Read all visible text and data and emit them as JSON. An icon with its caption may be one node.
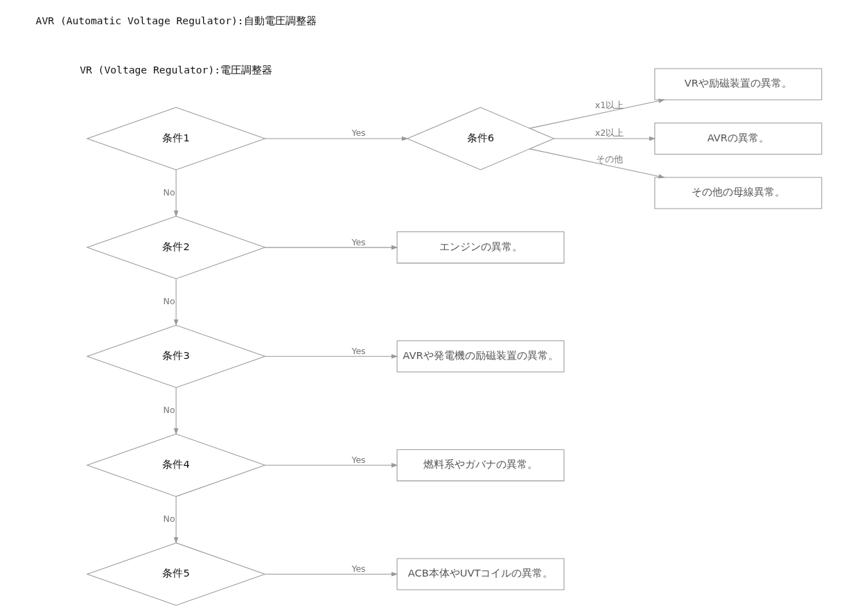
{
  "diagram": {
    "nodes": [
      {
        "text": [
          "条件1"
        ]
      },
      {
        "text": [
          "条件6"
        ]
      },
      {
        "text": [
          "VRや励磁装置の異常。"
        ]
      },
      {
        "text": [
          "AVRの異常。"
        ]
      },
      {
        "text": [
          "その他の母線異常。"
        ]
      },
      {
        "text": [
          "条件2"
        ]
      },
      {
        "text": [
          "エンジンの異常。"
        ]
      },
      {
        "text": [
          "条件3"
        ]
      },
      {
        "text": [
          "AVRや発電機の励磁装置の異常。"
        ]
      },
      {
        "text": [
          "条件4"
        ]
      },
      {
        "text": [
          "燃料系やガバナの異常。"
        ]
      },
      {
        "text": [
          "条件5"
        ]
      },
      {
        "text": [
          "ACB本体やUVTコイルの異常。"
        ]
      }
    ],
    "edges": [
      {
        "from": 0,
        "to": 1,
        "arrow": "to",
        "label": "Yes"
      },
      {
        "from": 1,
        "to": 2,
        "arrow": "to",
        "label": "x1以上"
      },
      {
        "from": 1,
        "to": 3,
        "arrow": "to",
        "label": "x2以上"
      },
      {
        "from": 1,
        "to": 4,
        "arrow": "to",
        "label": "その他"
      },
      {
        "from": 0,
        "to": 5,
        "arrow": "to",
        "label": "No"
      },
      {
        "from": 5,
        "to": 6,
        "arrow": "to",
        "label": "Yes"
      },
      {
        "from": 5,
        "to": 7,
        "arrow": "to",
        "label": "No"
      },
      {
        "from": 7,
        "to": 8,
        "arrow": "to",
        "label": "Yes"
      },
      {
        "from": 7,
        "to": 9,
        "arrow": "to",
        "label": "No"
      },
      {
        "from": 9,
        "to": 10,
        "arrow": "to",
        "label": "Yes"
      },
      {
        "from": 9,
        "to": 11,
        "arrow": "to",
        "label": "No"
      },
      {
        "from": 11,
        "to": 12,
        "arrow": "to",
        "label": "Yes"
      }
    ],
    "labels": [
      "VR (Voltage Regulator):電圧調整器",
      "AVR (Automatic Voltage Regulator):自動電圧調整器"
    ]
  }
}
